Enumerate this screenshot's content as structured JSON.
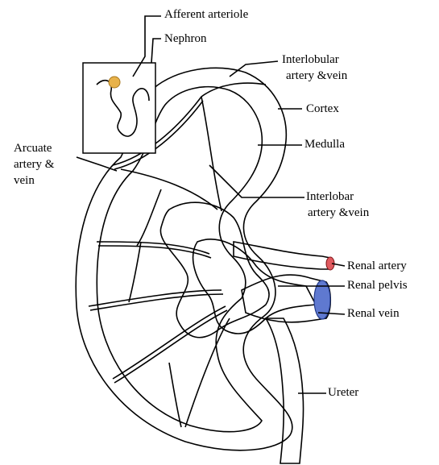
{
  "labels": {
    "afferent_arteriole": "Afferent arteriole",
    "nephron": "Nephron",
    "interlobular_1": "Interlobular",
    "interlobular_2": "artery &vein",
    "cortex": "Cortex",
    "medulla": "Medulla",
    "arcuate_1": "Arcuate",
    "arcuate_2": "artery &",
    "arcuate_3": "vein",
    "interlobar_1": "Interlobar",
    "interlobar_2": "artery &vein",
    "renal_artery": "Renal artery",
    "renal_pelvis": "Renal pelvis",
    "renal_vein": "Renal vein",
    "ureter": "Ureter"
  },
  "colors": {
    "cortex": "#c9453c",
    "medulla": "#d8413a",
    "artery": "#c8262b",
    "vein": "#3c56b8",
    "pelvis": "#f2d6a8",
    "ureter": "#f0e2c4",
    "fat": "#efc99a"
  },
  "icons": [
    "kidney-illustration",
    "nephron-inset"
  ]
}
